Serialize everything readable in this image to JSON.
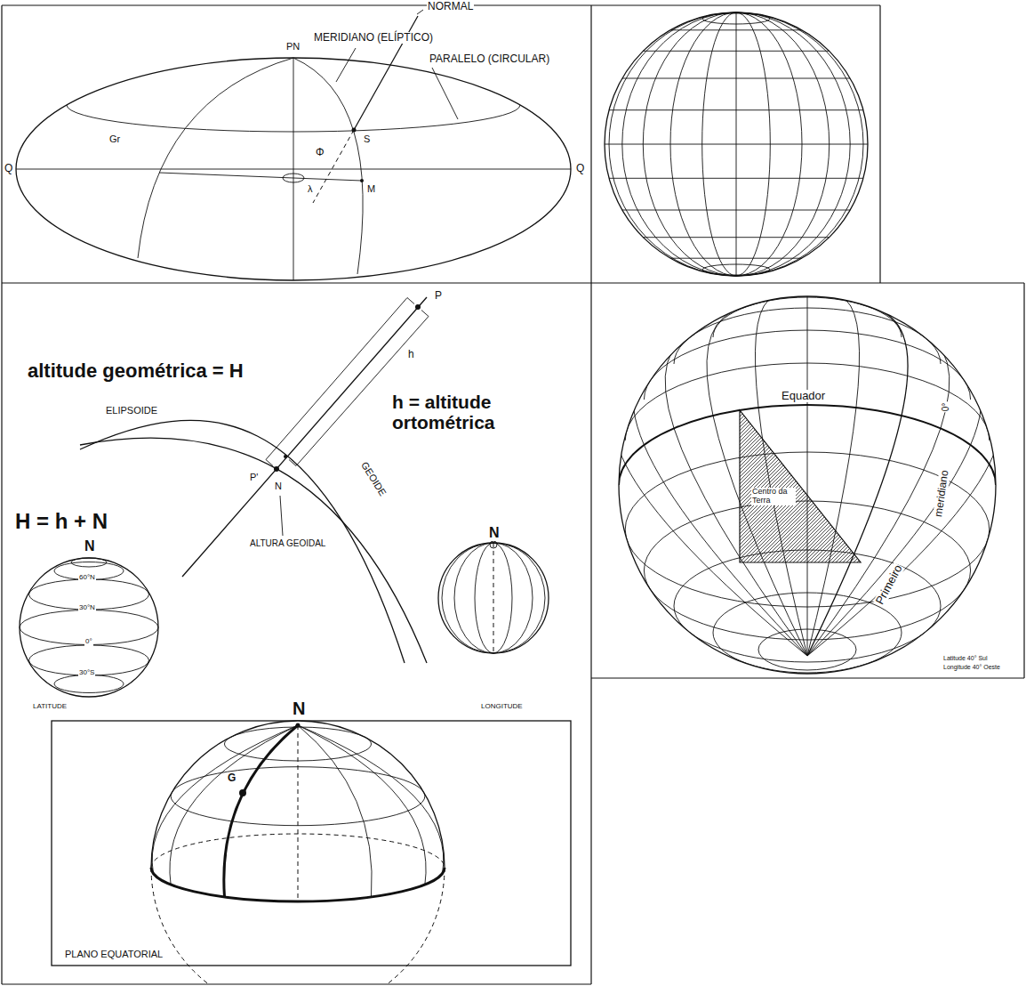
{
  "diagram": {
    "labels": [
      "NORMAL",
      "PN",
      "MERIDIANO (ELÍPTICO)",
      "PARALELO (CIRCULAR)",
      "Gr",
      "S",
      "Q",
      "Q",
      "Φ",
      "λ",
      "M",
      "altitude geométrica = H",
      "P",
      "h",
      "h = altitude ortométrica",
      "ELIPSOIDE",
      "GEOIDE",
      "N",
      "P'",
      "ALTURA GEOIDAL",
      "H = h + N",
      "N",
      "60°N",
      "30°N",
      "0°",
      "30°S",
      "N",
      "LATITUDE",
      "LONGITUDE",
      "N",
      "G",
      "PLANO EQUATORIAL",
      "Equador",
      "0°",
      "Centro da Terra",
      "meridiano",
      "Primeiro",
      "Latitude 40° Sul",
      "Longitude 40° Oeste"
    ]
  }
}
